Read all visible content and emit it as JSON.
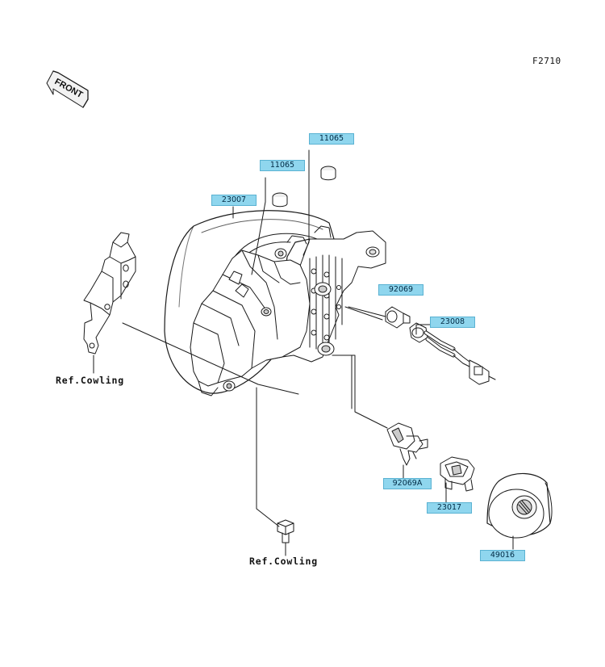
{
  "figure_id": "F2710",
  "orientation_label": "FRONT",
  "colors": {
    "callout_bg": "#8fd6ee",
    "callout_border": "#5ab2d2",
    "line": "#1a1a1a"
  },
  "parts": [
    {
      "number": "11065"
    },
    {
      "number": "11065"
    },
    {
      "number": "23007"
    },
    {
      "number": "92069"
    },
    {
      "number": "23008"
    },
    {
      "number": "92069A"
    },
    {
      "number": "23017"
    },
    {
      "number": "49016"
    }
  ],
  "references": [
    {
      "label": "Ref.Cowling"
    },
    {
      "label": "Ref.Cowling"
    }
  ]
}
